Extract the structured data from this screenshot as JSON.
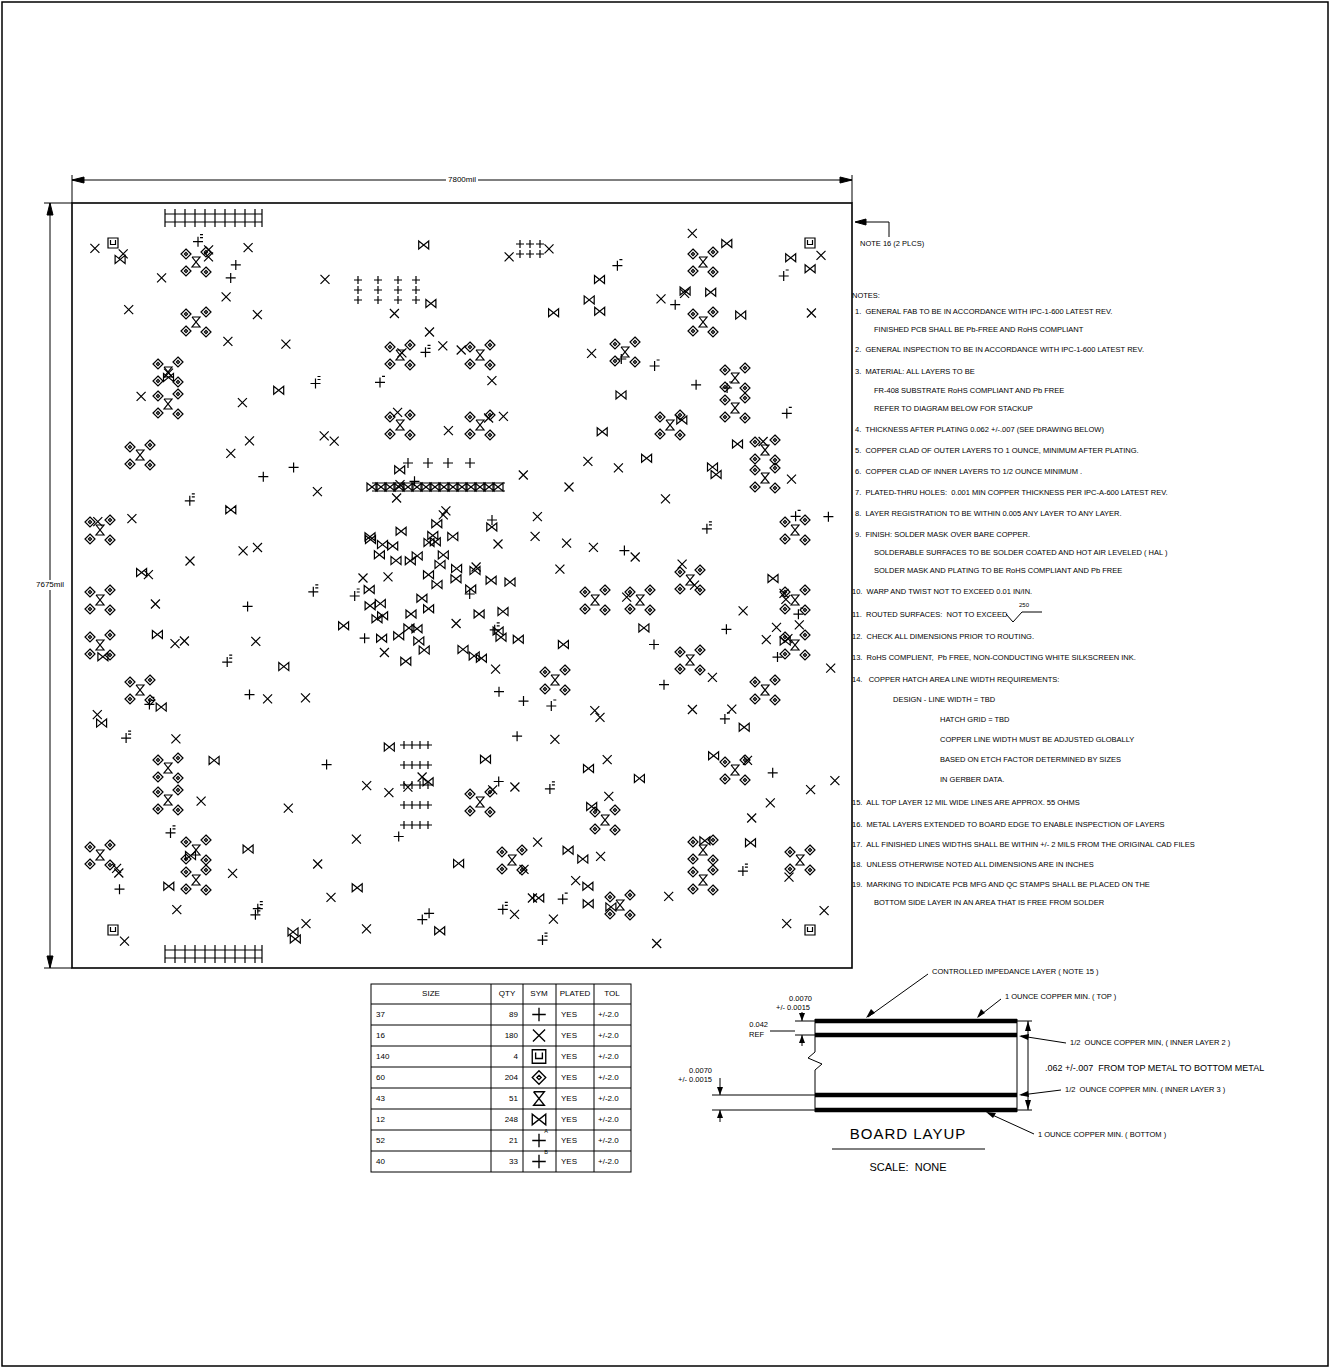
{
  "diagram": {
    "labels": [
      "7800mil",
      "7675mil",
      "NOTE 16 (2 PLCS)",
      "NOTES:",
      "1.  GENERAL FAB TO BE IN ACCORDANCE WITH IPC-1-600 LATEST REV.",
      "FINISHED PCB SHALL BE Pb-FREE AND RoHS COMPLIANT",
      "2.  GENERAL INSPECTION TO BE IN ACCORDANCE WITH IPC-1-600 LATEST REV.",
      "3.  MATERIAL: ALL LAYERS TO BE",
      "FR-408 SUBSTRATE RoHS COMPLIANT AND Pb FREE",
      "REFER TO DIAGRAM BELOW FOR STACKUP",
      "4.  THICKNESS AFTER PLATING 0.062 +/-.007 (SEE DRAWING BELOW)",
      "5.  COPPER CLAD OF OUTER LAYERS TO 1 OUNCE, MINIMUM AFTER PLATING.",
      "6.  COPPER CLAD OF INNER LAYERS TO 1/2 OUNCE MINIMUM .",
      "7.  PLATED-THRU HOLES:  0.001 MIN COPPER THICKNESS PER IPC-A-600 LATEST REV.",
      "8.  LAYER REGISTRATION TO BE WITHIN 0.005 ANY LAYER TO ANY LAYER.",
      "9.  FINISH: SOLDER MASK OVER BARE COPPER.",
      "SOLDERABLE SURFACES TO BE SOLDER COATED AND HOT AIR LEVELED ( HAL )",
      "SOLDER MASK AND PLATING TO BE RoHS COMPLIANT AND Pb FREE",
      "10.  WARP AND TWIST NOT TO EXCEED 0.01 IN/IN.",
      "11.  ROUTED SURFACES:  NOT TO EXCEED",
      "250",
      "12.  CHECK ALL DIMENSIONS PRIOR TO ROUTING.",
      "13.  RoHS COMPLIENT,  Pb FREE, NON-CONDUCTING WHITE SILKSCREEN INK.",
      "14.   COPPER HATCH AREA LINE WIDTH REQUIREMENTS:",
      "DESIGN - LINE WIDTH = TBD",
      "HATCH GRID = TBD",
      "COPPER LINE WIDTH MUST BE ADJUSTED GLOBALLY",
      "BASED ON ETCH FACTOR DETERMINED BY SIZES",
      "IN GERBER DATA.",
      "15.  ALL TOP LAYER 12 MIL WIDE LINES ARE APPROX. 55 OHMS",
      "16.  METAL LAYERS EXTENDED TO BOARD EDGE TO ENABLE INSPECTION OF LAYERS",
      "17.  ALL FINISHED LINES WIDTHS SHALL BE WITHIN +/- 2 MILS FROM THE ORIGINAL CAD FILES",
      "18.  UNLESS OTHERWISE NOTED ALL DIMENSIONS ARE IN INCHES",
      "19.  MARKING TO INDICATE PCB MFG AND QC STAMPS SHALL BE PLACED ON THE",
      "BOTTOM SIDE LAYER IN AN AREA THAT IS FREE FROM SOLDER",
      "SIZE",
      "QTY",
      "SYM",
      "PLATED",
      "TOL",
      "37",
      "89",
      "YES",
      "+/-2.0",
      "16",
      "180",
      "YES",
      "+/-2.0",
      "140",
      "4",
      "YES",
      "+/-2.0",
      "60",
      "204",
      "YES",
      "+/-2.0",
      "43",
      "51",
      "YES",
      "+/-2.0",
      "12",
      "248",
      "YES",
      "+/-2.0",
      "52",
      "21",
      "YES",
      "+/-2.0",
      "40",
      "33",
      "YES",
      "+/-2.0",
      "A",
      "B",
      "CONTROLLED IMPEDANCE LAYER ( NOTE 15 )",
      "1 OUNCE COPPER MIN. ( TOP )",
      "0.0070",
      "+/- 0.0015",
      "0.042",
      "REF",
      "1/2  OUNCE COPPER MIN, ( INNER LAYER 2 )",
      ".062 +/-.007  FROM TOP METAL TO BOTTOM METAL",
      "0.0070",
      "+/- 0.0015",
      "1/2  OUNCE COPPER MIN. ( INNER LAYER 3 )",
      "1 OUNCE COPPER MIN. ( BOTTOM )",
      "BOARD LAYUP",
      "SCALE:  NONE"
    ]
  }
}
